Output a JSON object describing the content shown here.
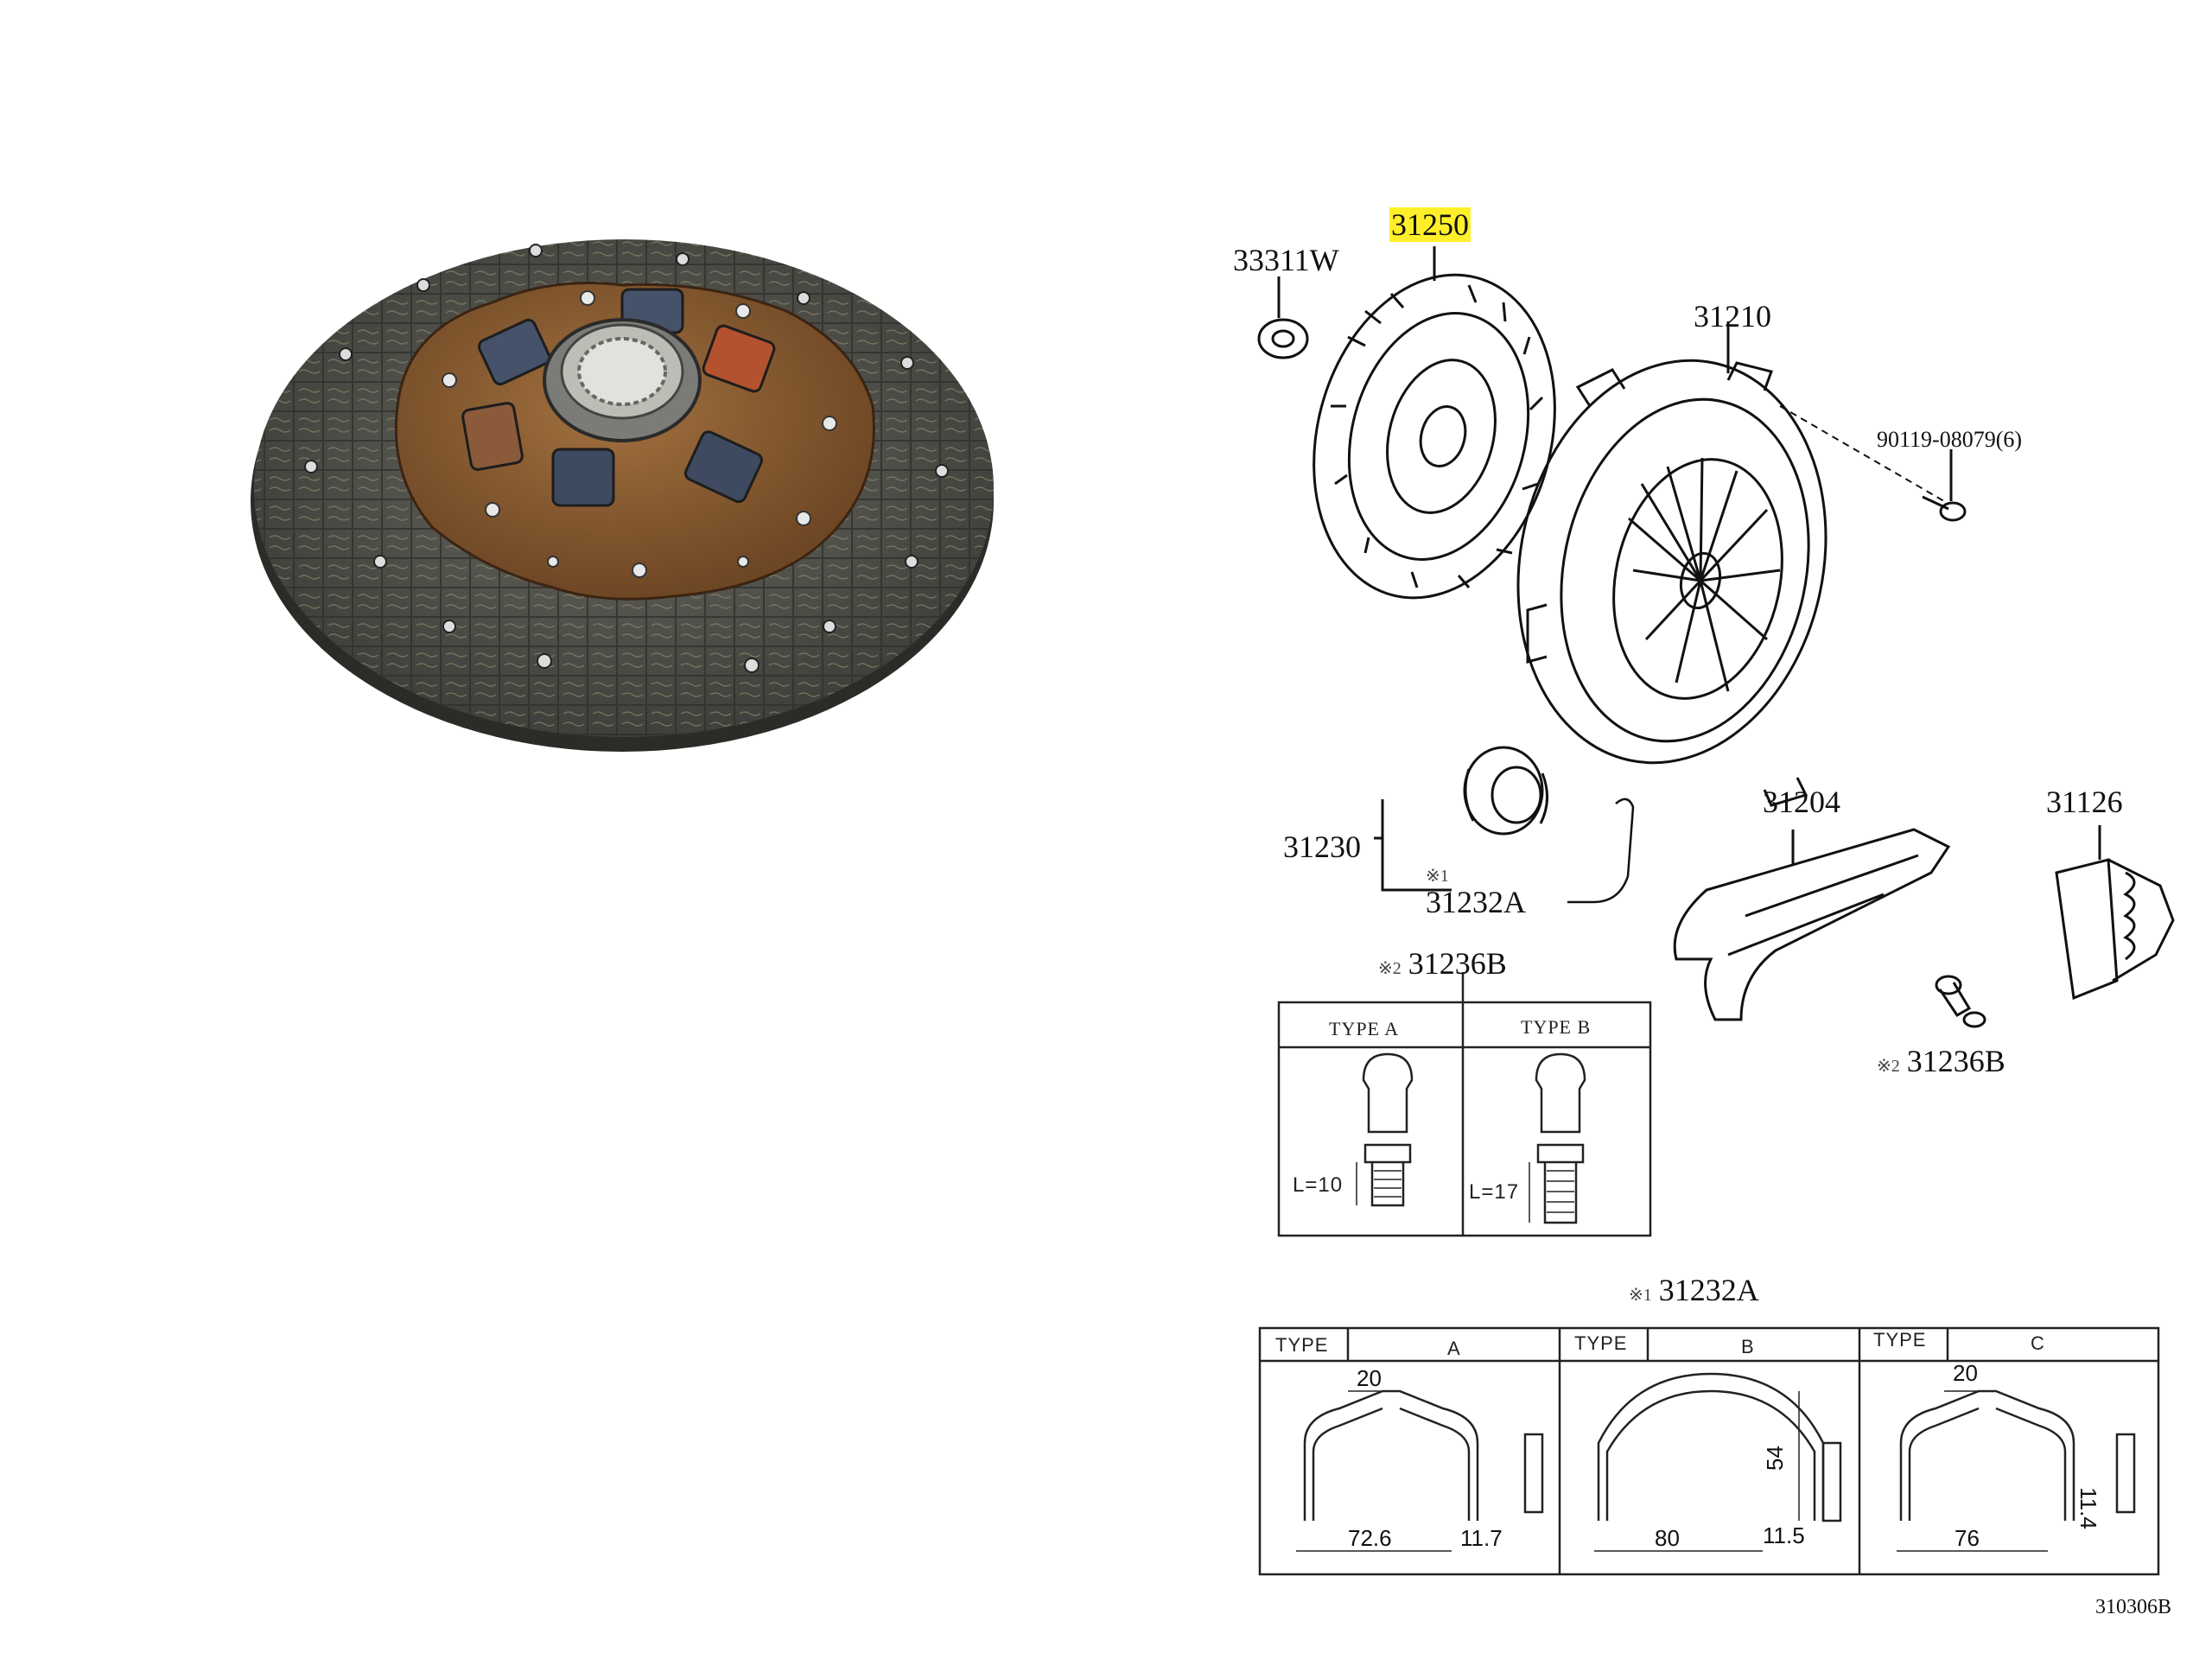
{
  "photo": {
    "subject": "clutch-disc"
  },
  "callouts": {
    "c33311W": "33311W",
    "c31250": "31250",
    "c31210": "31210",
    "c90119": "90119-08079(6)",
    "c31204": "31204",
    "c31126": "31126",
    "c31230": "31230",
    "c31232A": "31232A",
    "c31236B_top": "31236B",
    "c31236B_right": "31236B",
    "mark1": "※1",
    "mark2": "※2"
  },
  "highlight_color": "#ffef2a",
  "pin_table": {
    "heading_mark": "※2",
    "heading_part": "31236B",
    "col_a": "TYPE A",
    "col_b": "TYPE B",
    "len_a": "L=10",
    "len_b": "L=17"
  },
  "clip_table": {
    "heading_mark": "※1",
    "heading_part": "31232A",
    "type_label": "TYPE",
    "types": [
      "A",
      "B",
      "C"
    ],
    "dims": {
      "a_top": "20",
      "a_width": "72.6",
      "a_depth": "11.7",
      "b_height": "54",
      "b_width": "80",
      "b_depth": "11.5",
      "c_top": "20",
      "c_width": "76",
      "c_depth": "11.4"
    }
  },
  "figure_code": "310306B"
}
